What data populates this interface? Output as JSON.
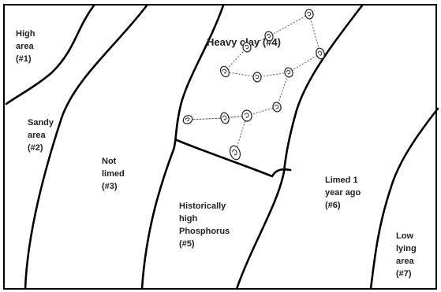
{
  "regions": [
    {
      "id": "high-area",
      "lines": [
        "High",
        "area",
        "(#1)"
      ]
    },
    {
      "id": "sandy-area",
      "lines": [
        "Sandy",
        "area",
        "(#2)"
      ]
    },
    {
      "id": "not-limed",
      "lines": [
        "Not",
        "limed",
        "(#3)"
      ]
    },
    {
      "id": "heavy-clay",
      "lines": [
        "Heavy clay (#4)"
      ]
    },
    {
      "id": "historically-high-phosphorus",
      "lines": [
        "Historically",
        "high",
        "Phosphorus",
        "(#5)"
      ]
    },
    {
      "id": "limed-1-year-ago",
      "lines": [
        "Limed 1",
        "year ago",
        "(#6)"
      ]
    },
    {
      "id": "low-lying-area",
      "lines": [
        "Low",
        "lying",
        "area",
        "(#7)"
      ]
    }
  ],
  "sampling": {
    "sample_count": 12,
    "marker": "oval-sample-point-icon",
    "path_style": "dotted"
  },
  "colors": {
    "lines": "#000000",
    "text": "#222222",
    "background": "#ffffff",
    "path": "#555555"
  }
}
